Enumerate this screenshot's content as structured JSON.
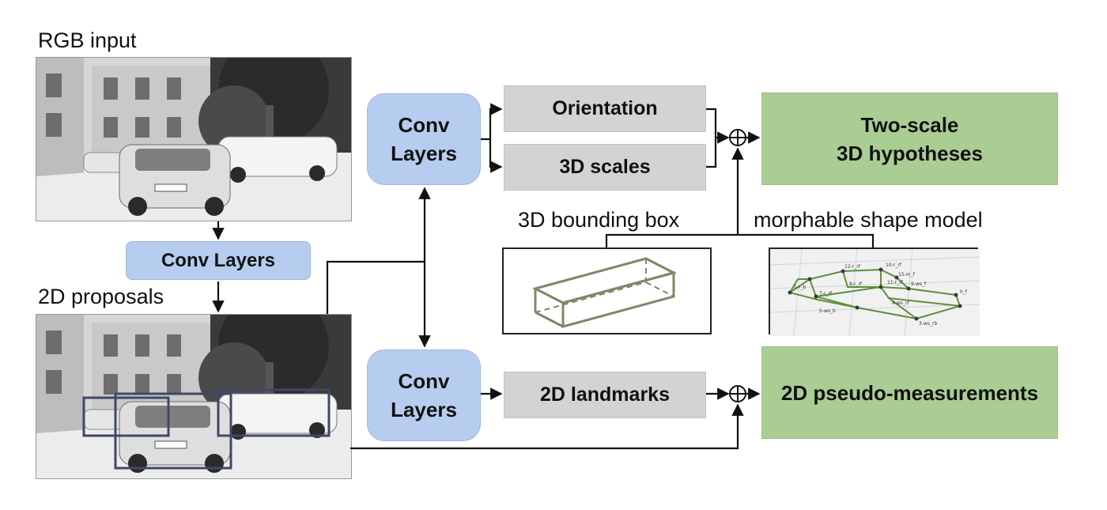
{
  "labels": {
    "rgb_input": "RGB input",
    "proposals": "2D proposals",
    "conv_layers_small": "Conv Layers",
    "conv_top_line1": "Conv",
    "conv_top_line2": "Layers",
    "conv_bottom_line1": "Conv",
    "conv_bottom_line2": "Layers",
    "orientation": "Orientation",
    "scales": "3D scales",
    "landmarks": "2D landmarks",
    "hypotheses_line1": "Two-scale",
    "hypotheses_line2": "3D hypotheses",
    "pseudo": "2D pseudo-measurements",
    "bbox_title": "3D bounding box",
    "shape_title": "morphable shape model"
  },
  "shape_model_labels": [
    "12-r_rf",
    "10-r_rf",
    "11-r_rf",
    "9-ws_f",
    "15-m_f",
    "8-r_rf",
    "7-r_rf",
    "1-r_b",
    "5-ws_b",
    "3-ws_rb",
    "4-ws_rf",
    "h_f"
  ],
  "colors": {
    "conv_blue": "#b6cdef",
    "output_gray": "#d3d3d3",
    "result_green": "#aacd94",
    "proposal_box": "#3e4966",
    "wireframe": "#7a8a68"
  }
}
